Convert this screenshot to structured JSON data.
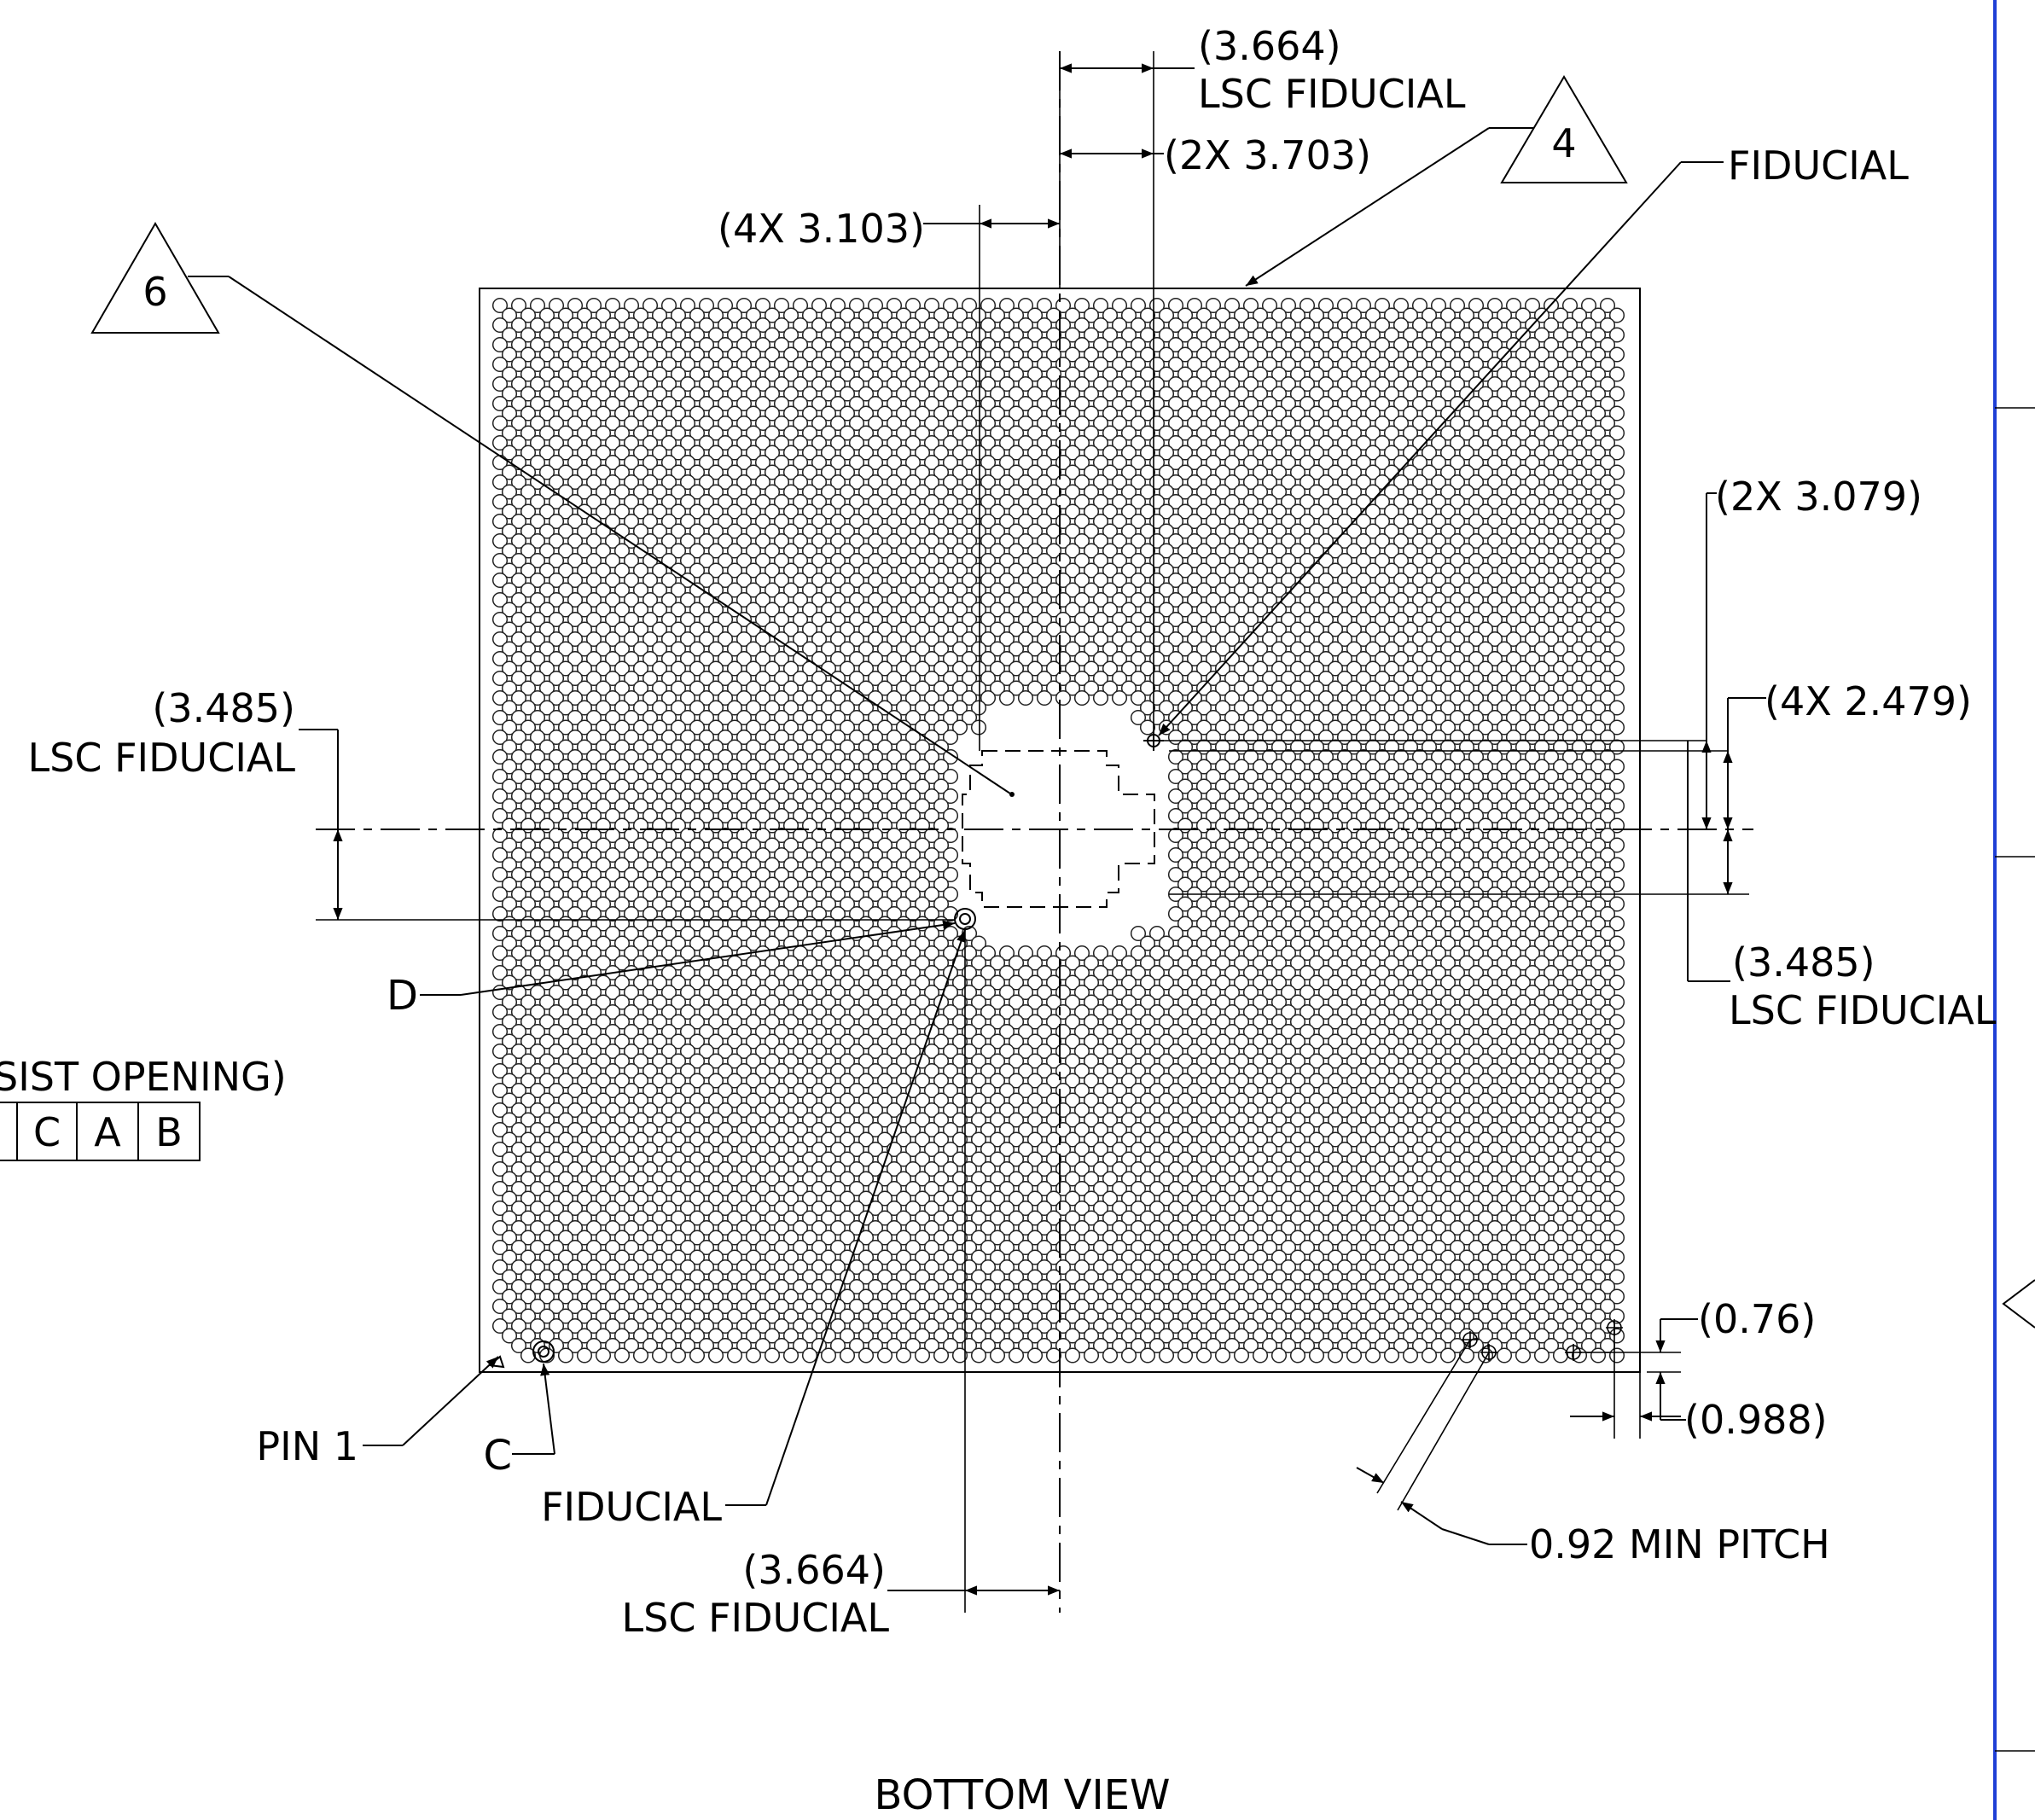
{
  "view_title": "BOTTOM VIEW",
  "labels": {
    "fiducial_top_right": "FIDUCIAL",
    "fiducial_bottom": "FIDUCIAL",
    "pin1": "PIN 1",
    "datum_c": "C",
    "datum_d": "D",
    "min_pitch": "0.92 MIN PITCH",
    "resist_opening": "SIST OPENING)"
  },
  "feature_control_frame": [
    "C",
    "A",
    "B"
  ],
  "callouts": {
    "triangle_4": "4",
    "triangle_6": "6"
  },
  "dimensions": {
    "top_lsc_value": "(3.664)",
    "top_lsc_label": "LSC FIDUCIAL",
    "top_2x": "(2X 3.703)",
    "top_4x": "(4X 3.103)",
    "left_lsc_value": "(3.485)",
    "left_lsc_label": "LSC FIDUCIAL",
    "right_2x": "(2X 3.079)",
    "right_4x": "(4X 2.479)",
    "right_lsc_value": "(3.485)",
    "right_lsc_label": "LSC FIDUCIAL",
    "bottom_lsc_value": "(3.664)",
    "bottom_lsc_label": "LSC FIDUCIAL",
    "edge_076": "(0.76)",
    "edge_0988": "(0.988)"
  }
}
